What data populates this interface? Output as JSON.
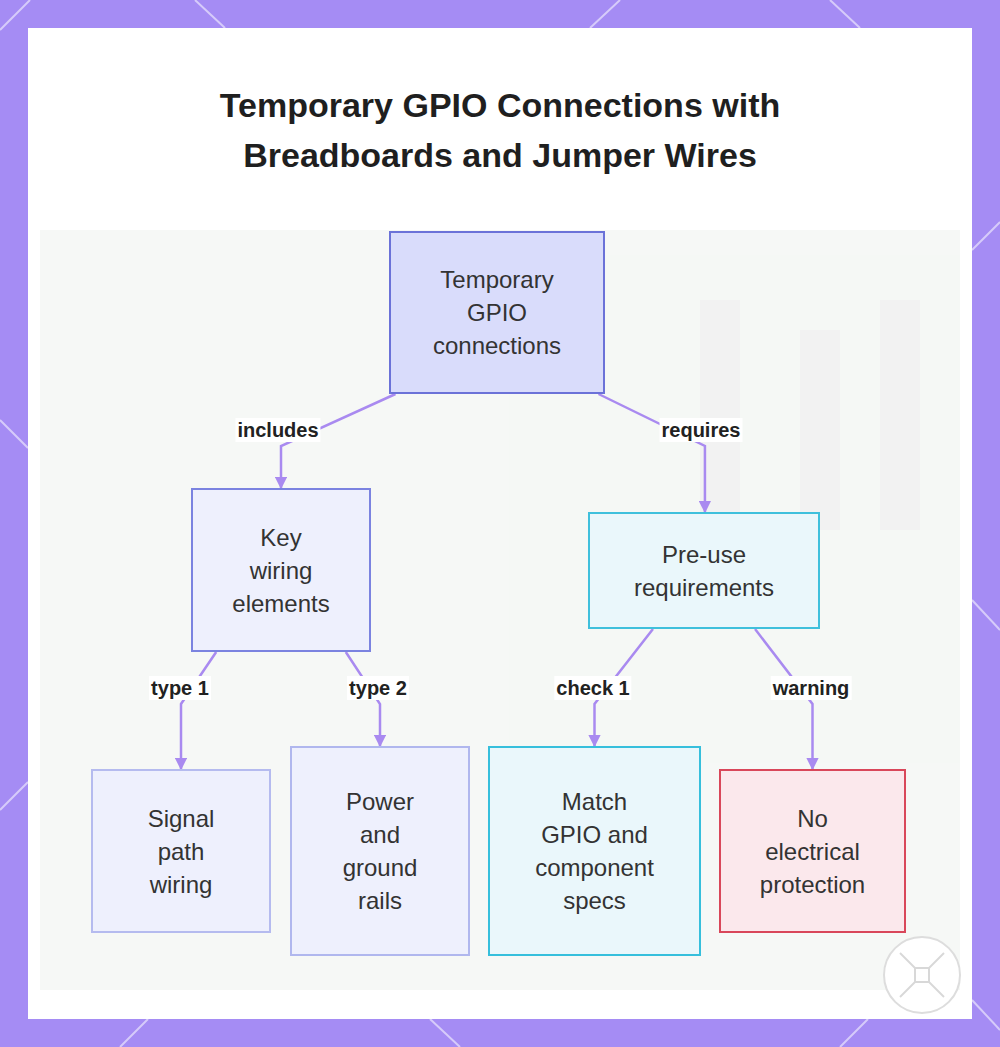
{
  "diagram": {
    "title": "Temporary GPIO Connections with Breadboards and Jumper Wires",
    "nodes": [
      {
        "text": [
          "Temporary GPIO connections"
        ]
      },
      {
        "text": [
          "Key wiring elements"
        ]
      },
      {
        "text": [
          "Pre-use requirements"
        ]
      },
      {
        "text": [
          "Signal path wiring"
        ]
      },
      {
        "text": [
          "Power and ground rails"
        ]
      },
      {
        "text": [
          "Match GPIO and component specs"
        ]
      },
      {
        "text": [
          "No electrical protection"
        ]
      }
    ],
    "edges": [
      {
        "from": 0,
        "to": 1,
        "label": "includes",
        "arrow": "to"
      },
      {
        "from": 0,
        "to": 2,
        "label": "requires",
        "arrow": "to"
      },
      {
        "from": 1,
        "to": 3,
        "label": "type 1",
        "arrow": "to"
      },
      {
        "from": 1,
        "to": 4,
        "label": "type 2",
        "arrow": "to"
      },
      {
        "from": 2,
        "to": 5,
        "label": "check 1",
        "arrow": "to"
      },
      {
        "from": 2,
        "to": 6,
        "label": "warning",
        "arrow": "to"
      }
    ]
  }
}
